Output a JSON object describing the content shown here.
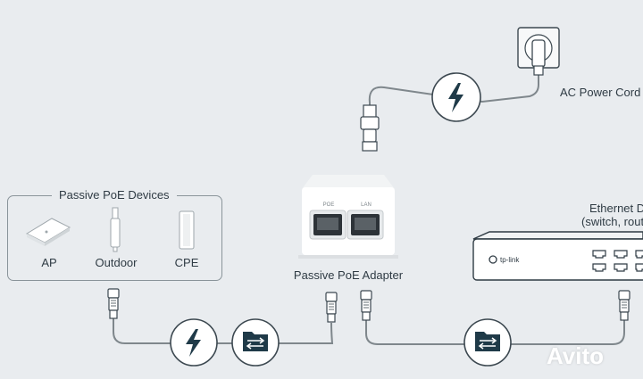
{
  "labels": {
    "ac_power_cord": "AC Power Cord",
    "passive_poe_devices": "Passive PoE Devices",
    "ap": "AP",
    "outdoor": "Outdoor",
    "cpe": "CPE",
    "passive_poe_adapter": "Passive PoE Adapter",
    "ethernet_device_line1": "Ethernet D",
    "ethernet_device_line2": "(switch, rout",
    "port_poe": "POE",
    "port_lan": "LAN",
    "brand": "tp-link",
    "watermark": "Avito"
  },
  "icons": [
    "power-socket-icon",
    "lightning-icon",
    "data-transfer-icon",
    "rj45-plug-icon",
    "power-plug-icon"
  ],
  "colors": {
    "background": "#e9ecef",
    "line": "#7f878c",
    "dark_badge": "#1f3a48",
    "text": "#2f3b44"
  }
}
